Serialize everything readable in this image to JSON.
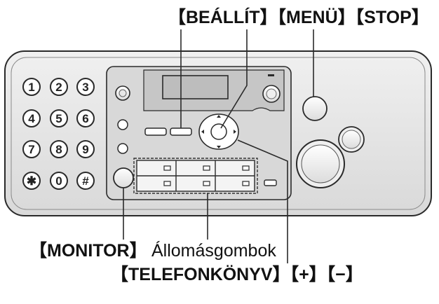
{
  "callouts": {
    "top": "【BEÁLLÍT】【MENÜ】【STOP】",
    "monitor": "【MONITOR】",
    "stations": "Állomásgombok",
    "bottom": "【TELEFONKÖNYV】【+】【−】"
  },
  "keypad": [
    "1",
    "2",
    "3",
    "4",
    "5",
    "6",
    "7",
    "8",
    "9",
    "✱",
    "0",
    "#"
  ],
  "colors": {
    "line": "#2a2a2a",
    "body": "#e6e6e6",
    "panel": "#d5d5d5",
    "button": "#ffffff"
  }
}
